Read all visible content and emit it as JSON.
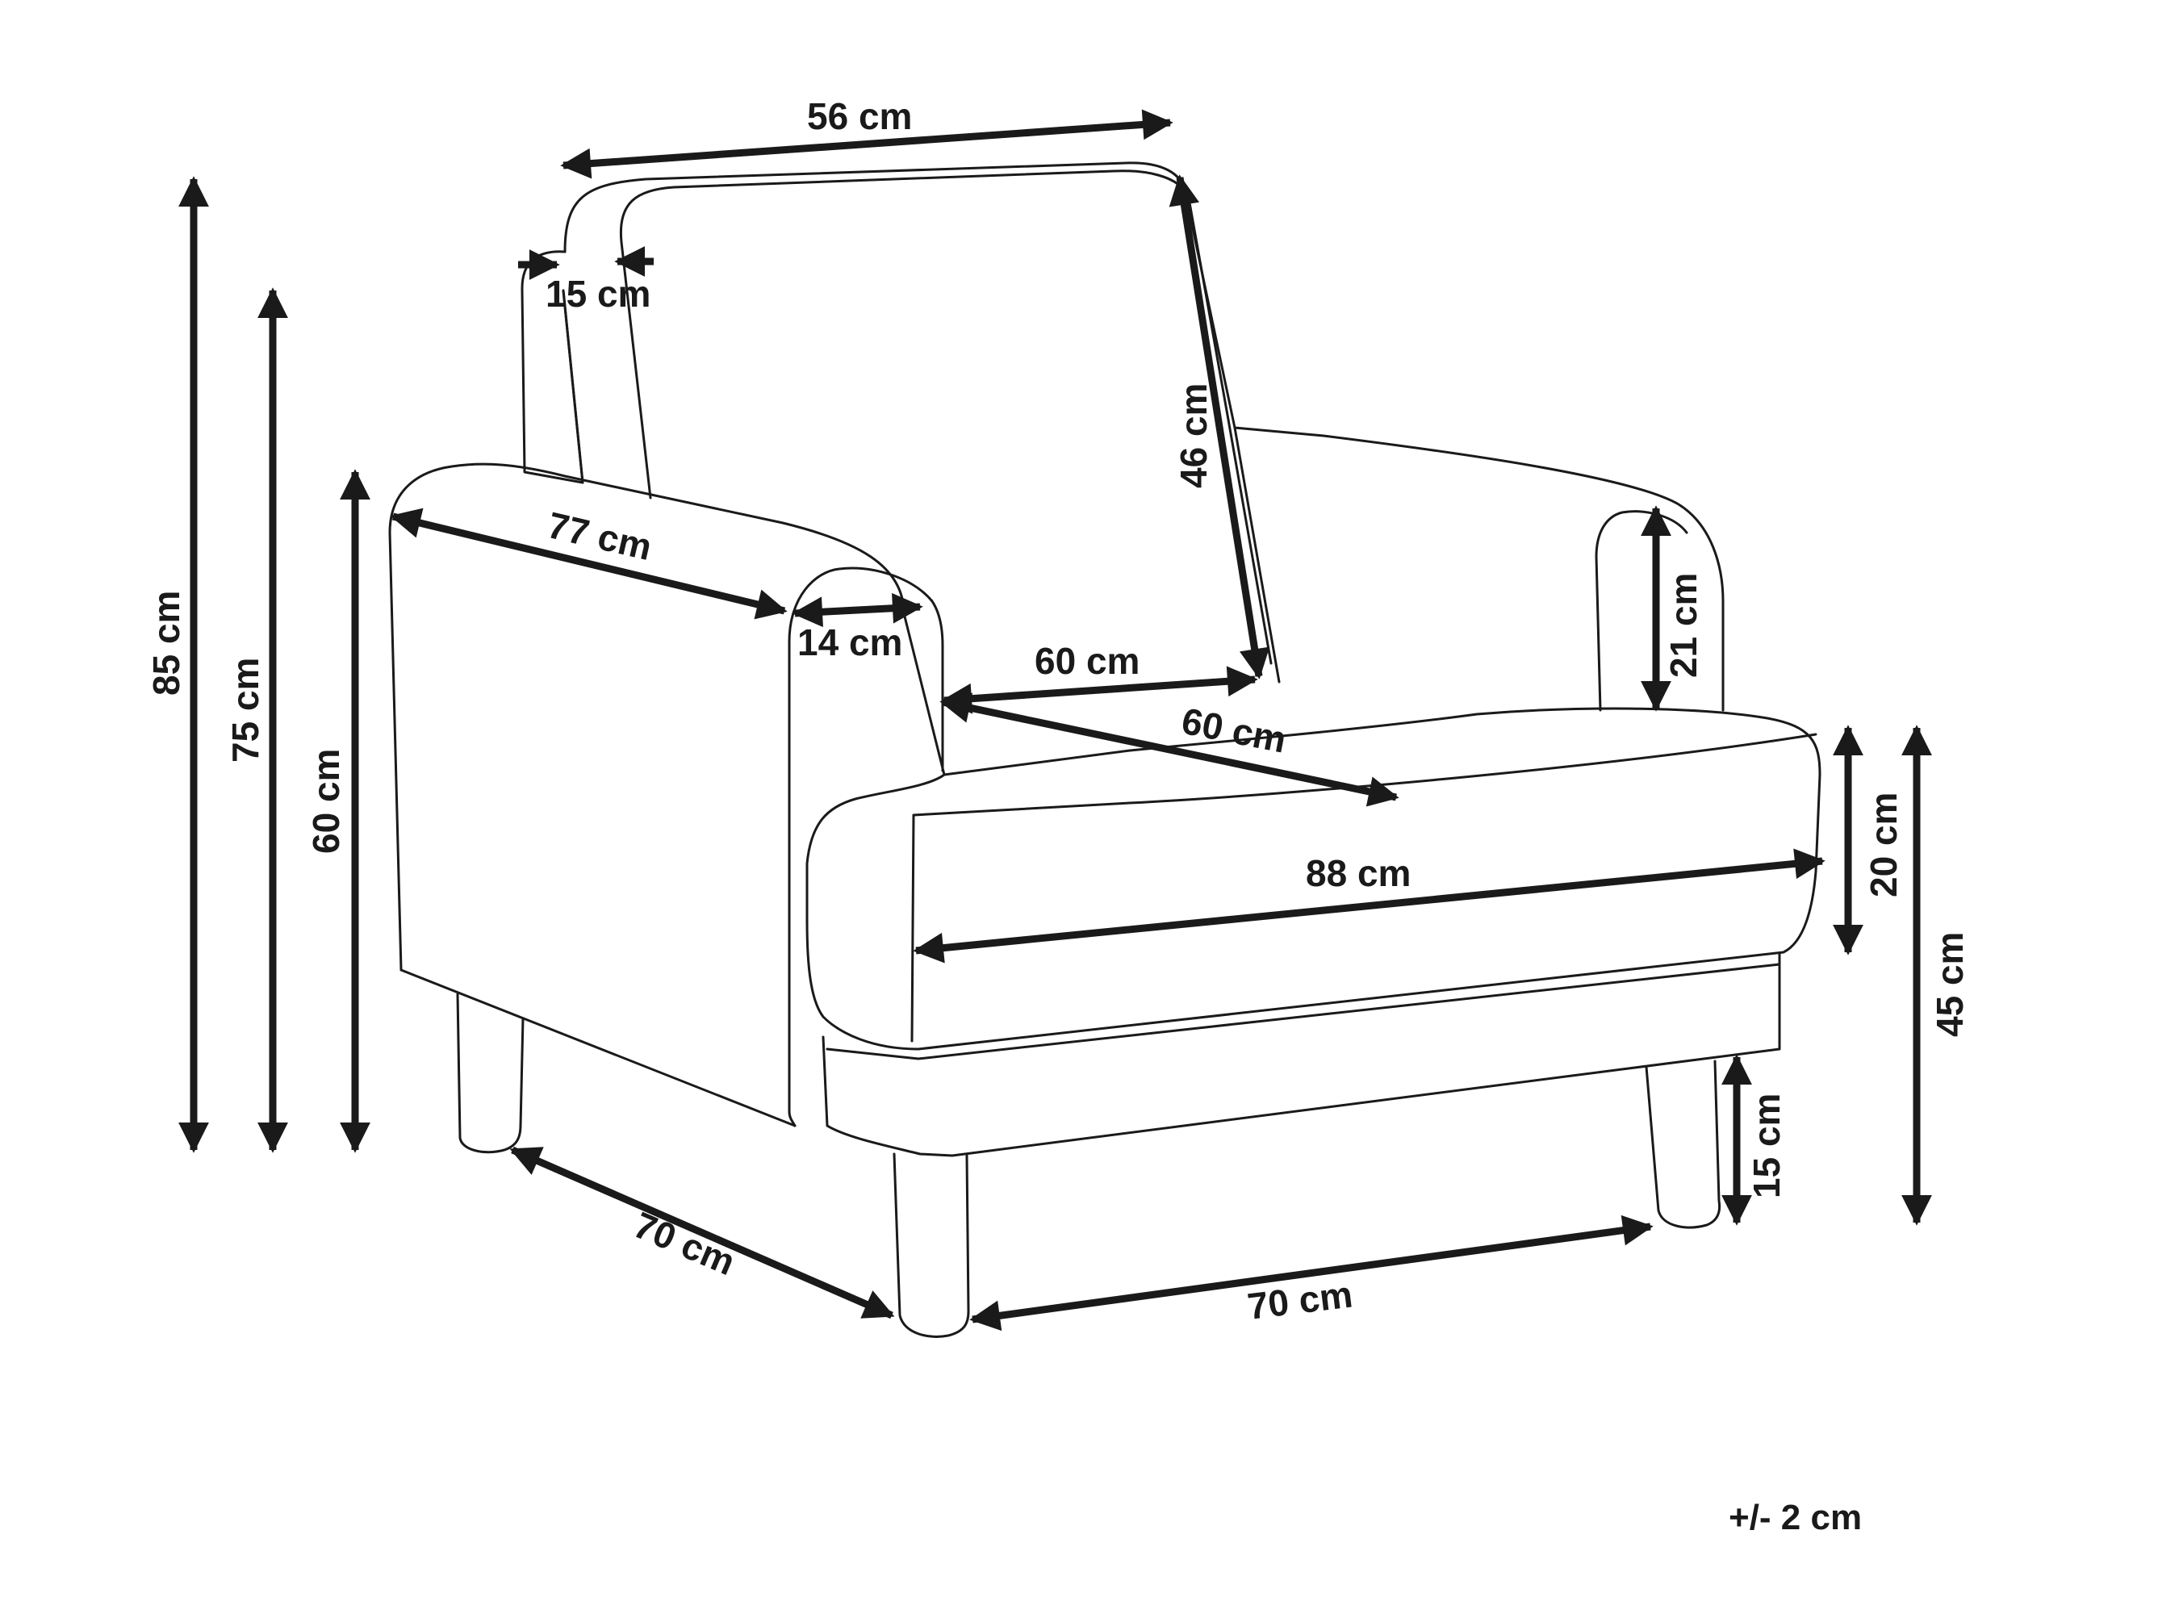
{
  "diagram": {
    "labels": {
      "back_width": "56 cm",
      "back_thickness": "15 cm",
      "back_height": "46 cm",
      "arm_depth": "77 cm",
      "arm_width": "14 cm",
      "seat_width_top": "60 cm",
      "seat_depth": "60 cm",
      "arm_height": "21 cm",
      "total_width": "88 cm",
      "cushion_height": "20 cm",
      "seat_height": "45 cm",
      "leg_height": "15 cm",
      "total_height": "85 cm",
      "back_top_height": "75 cm",
      "armrest_height": "60 cm",
      "leg_span_depth": "70 cm",
      "leg_span_width": "70 cm"
    },
    "tolerance": "+/- 2 cm"
  }
}
